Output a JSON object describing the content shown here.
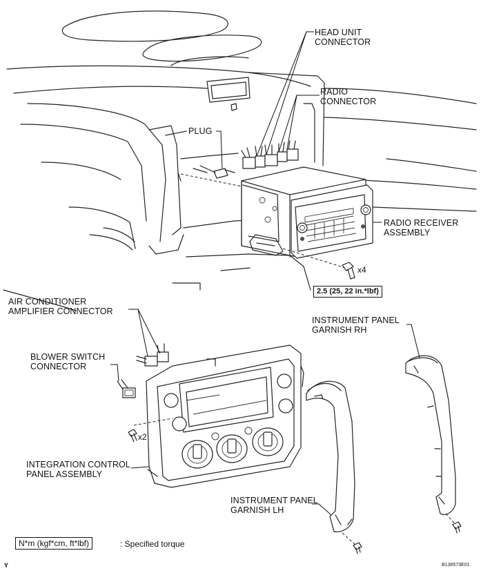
{
  "labels": {
    "head_unit_connector": [
      "HEAD UNIT",
      "CONNECTOR"
    ],
    "radio_connector": [
      "RADIO",
      "CONNECTOR"
    ],
    "plug": "PLUG",
    "radio_receiver_assembly": [
      "RADIO RECEIVER",
      "ASSEMBLY"
    ],
    "bolt_qty_radio": "x4",
    "torque_value": "2.5 (25, 22 in.*lbf)",
    "air_conditioner_amplifier_connector": [
      "AIR CONDITIONER",
      "AMPLIFIER CONNECTOR"
    ],
    "instrument_panel_garnish_rh": [
      "INSTRUMENT PANEL",
      "GARNISH RH"
    ],
    "blower_switch_connector": [
      "BLOWER SWITCH",
      "CONNECTOR"
    ],
    "screw_qty_panel": "x2",
    "integration_control_panel_assembly": [
      "INTEGRATION CONTROL",
      "PANEL ASSEMBLY"
    ],
    "instrument_panel_garnish_lh": [
      "INSTRUMENT PANEL",
      "GARNISH LH"
    ]
  },
  "legend": {
    "unit_box": "N*m (kgf*cm, ft*lbf)",
    "description": ": Specified torque"
  },
  "footer": {
    "corner_mark": "Y",
    "figure_code": "B136573E01"
  },
  "icons": [
    "bolt-icon",
    "screw-icon",
    "connector-icon"
  ]
}
